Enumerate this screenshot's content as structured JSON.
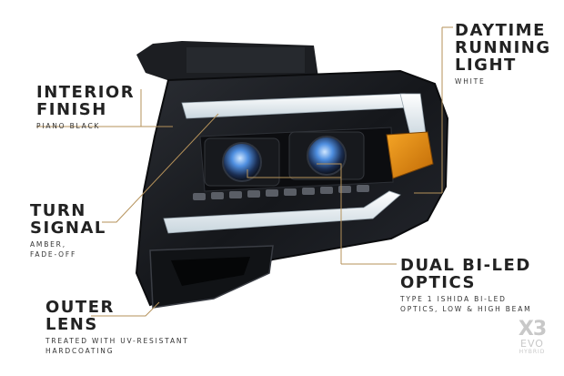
{
  "callouts": {
    "interior": {
      "line1": "INTERIOR",
      "line2": "FINISH",
      "sub1": "PIANO BLACK"
    },
    "turn": {
      "line1": "TURN",
      "line2": "SIGNAL",
      "sub1": "AMBER,",
      "sub2": "FADE-OFF"
    },
    "outer": {
      "line1": "OUTER",
      "line2": "LENS",
      "sub1": "TREATED WITH UV-RESISTANT",
      "sub2": "HARDCOATING"
    },
    "drl": {
      "line1": "DAYTIME",
      "line2": "RUNNING",
      "line3": "LIGHT",
      "sub1": "WHITE"
    },
    "optics": {
      "line1": "DUAL BI-LED",
      "line2": "OPTICS",
      "sub1": "TYPE 1 ISHIDA BI-LED",
      "sub2": "OPTICS, LOW & HIGH BEAM"
    }
  },
  "brand": {
    "line1": "X3",
    "line2": "EVO",
    "line3": "HYBRID"
  },
  "colors": {
    "accent": "#b5925a",
    "housing": "#1a1c20",
    "amber": "#e08a10",
    "lens_blue": "#4f8fe0",
    "drl": "#eaf2f7"
  }
}
